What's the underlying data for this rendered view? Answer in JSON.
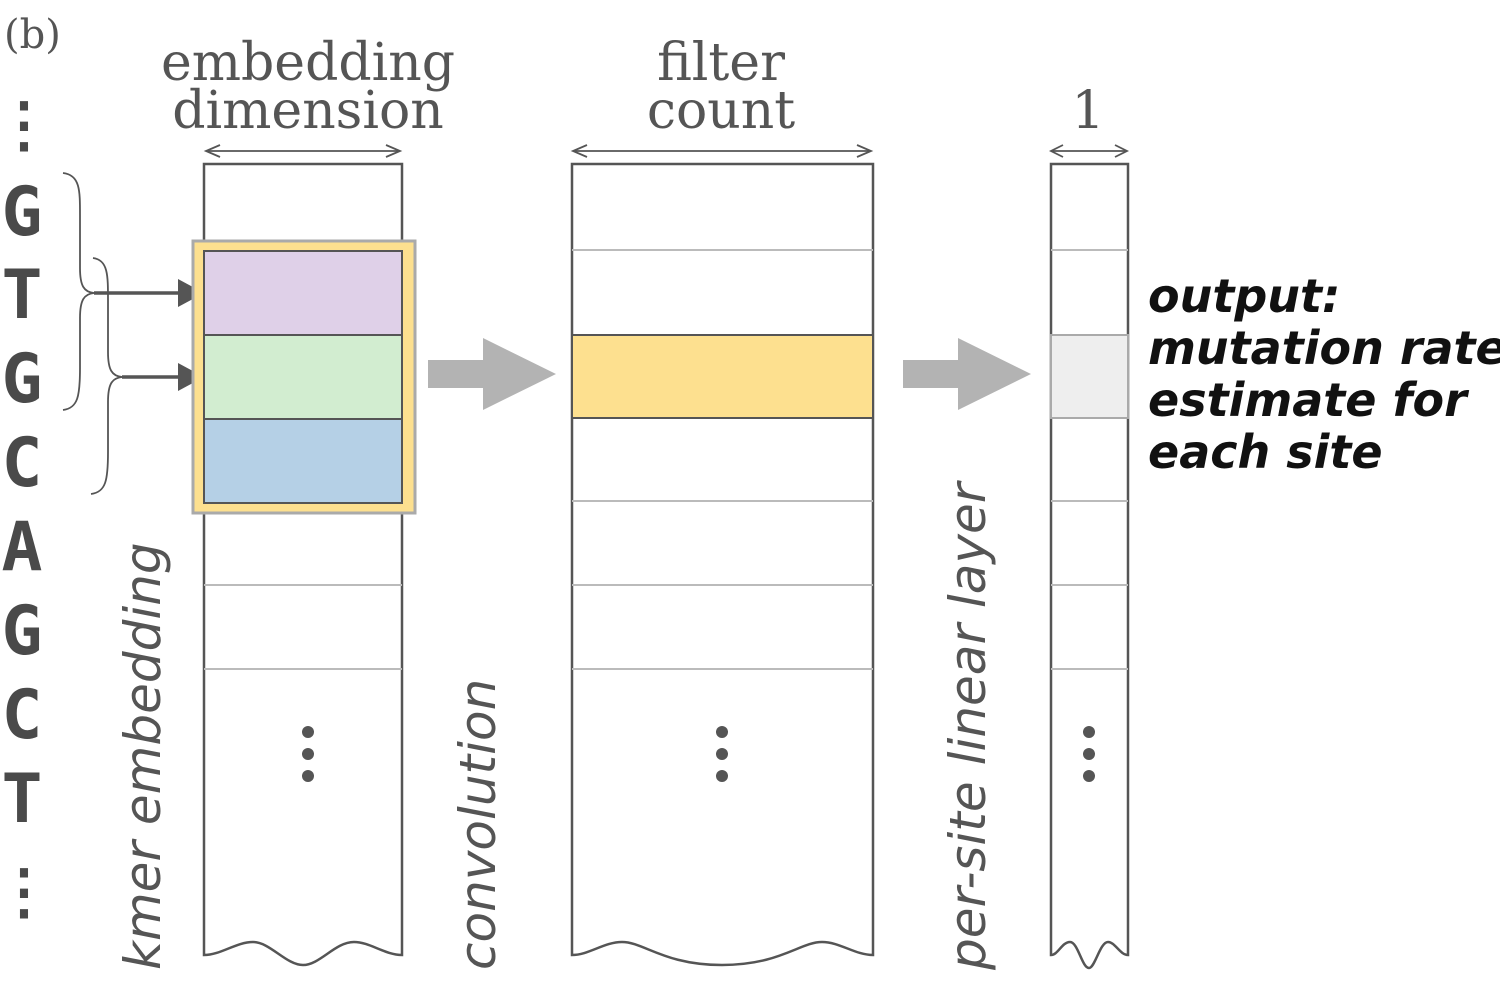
{
  "panel_label": "(b)",
  "sequence": {
    "bases": [
      "G",
      "T",
      "G",
      "C",
      "A",
      "G",
      "C",
      "T"
    ],
    "ellipsis": "⋮"
  },
  "embedding": {
    "header_line1": "embedding",
    "header_line2": "dimension",
    "caption": "kmer embedding",
    "row_colors": [
      "#dfd0e8",
      "#d2edd0",
      "#b5d0e6"
    ],
    "highlight_color": "#fde08f"
  },
  "convolution": {
    "caption": "convolution"
  },
  "filter": {
    "header_line1": "filter",
    "header_line2": "count",
    "row_color": "#fde08f"
  },
  "linear": {
    "caption": "per-site linear layer"
  },
  "output": {
    "header": "1",
    "row_color": "#eeeeee",
    "label_lines": [
      "output:",
      "mutation rate",
      "estimate for",
      "each site"
    ]
  },
  "colors": {
    "stroke": "#555555",
    "arrow": "#b3b3b3",
    "separator": "#bbbbbb"
  }
}
